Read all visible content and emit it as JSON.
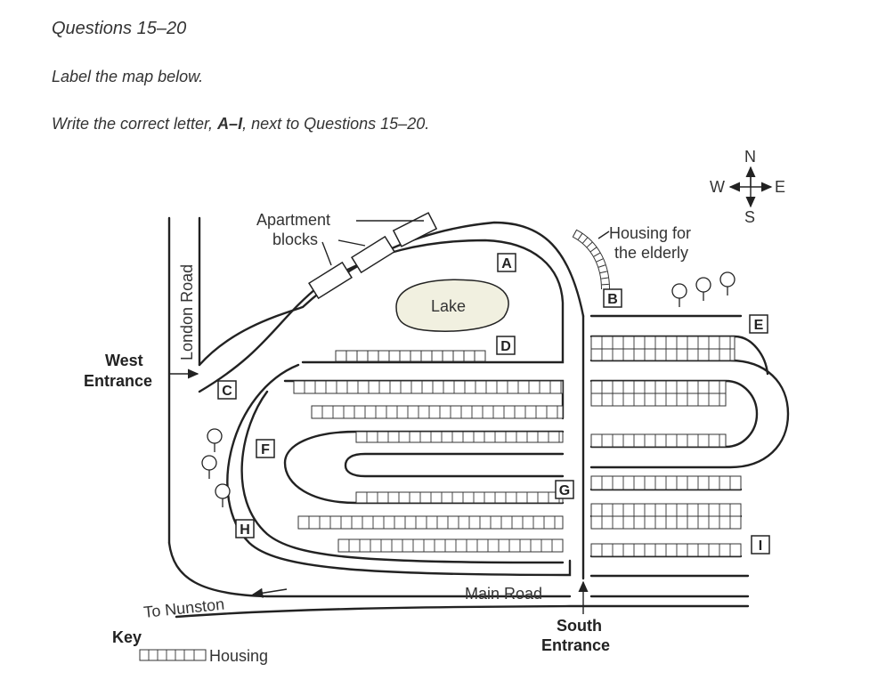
{
  "header": {
    "title": "Questions 15–20",
    "instruction_1": "Label the map below.",
    "instruction_2_pre": "Write the correct letter, ",
    "instruction_2_bold": "A–I",
    "instruction_2_post": ", next to Questions 15–20."
  },
  "compass": {
    "north": "N",
    "south": "S",
    "east": "E",
    "west": "W"
  },
  "labels": {
    "apartment_1": "Apartment",
    "apartment_2": "blocks",
    "elderly_1": "Housing for",
    "elderly_2": "the elderly",
    "lake": "Lake",
    "london_road": "London Road",
    "west_entrance_1": "West",
    "west_entrance_2": "Entrance",
    "main_road": "Main Road",
    "to_nunston": "To Nunston",
    "south_entrance_1": "South",
    "south_entrance_2": "Entrance"
  },
  "letters": {
    "a": "A",
    "b": "B",
    "c": "C",
    "d": "D",
    "e": "E",
    "f": "F",
    "g": "G",
    "h": "H",
    "i": "I"
  },
  "key": {
    "title": "Key",
    "housing": "Housing"
  }
}
